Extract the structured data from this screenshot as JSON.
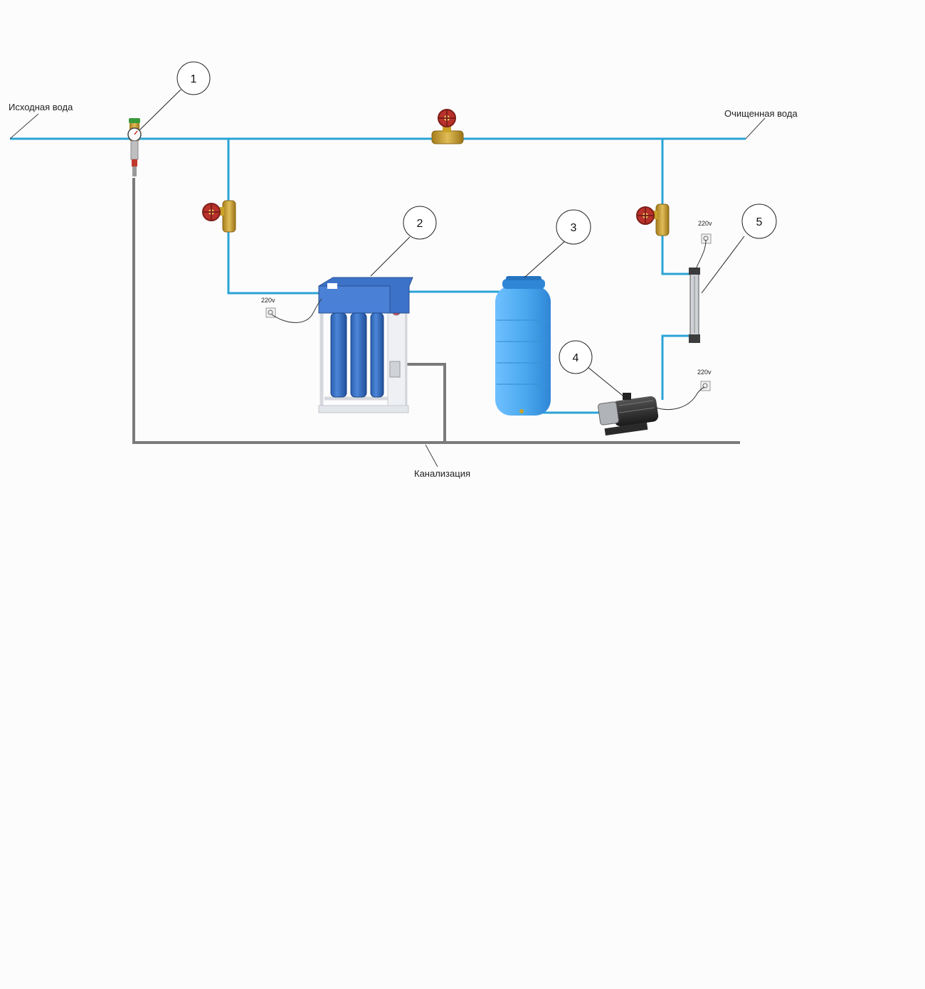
{
  "labels": {
    "source_water": "Исходная вода",
    "clean_water": "Очищенная вода",
    "sewer": "Канализация"
  },
  "voltage": {
    "osmosis": "220v",
    "uv": "220v",
    "pump": "220v"
  },
  "callouts": [
    "1",
    "2",
    "3",
    "4",
    "5"
  ],
  "colors": {
    "water_pipe": "#2aa3d6",
    "drain_pipe": "#7a7a7a",
    "tank": "#4aa8ee",
    "filter_housing": "#2f6fc4",
    "valve_handle": "#c0392b",
    "valve_body": "#c9a227"
  }
}
